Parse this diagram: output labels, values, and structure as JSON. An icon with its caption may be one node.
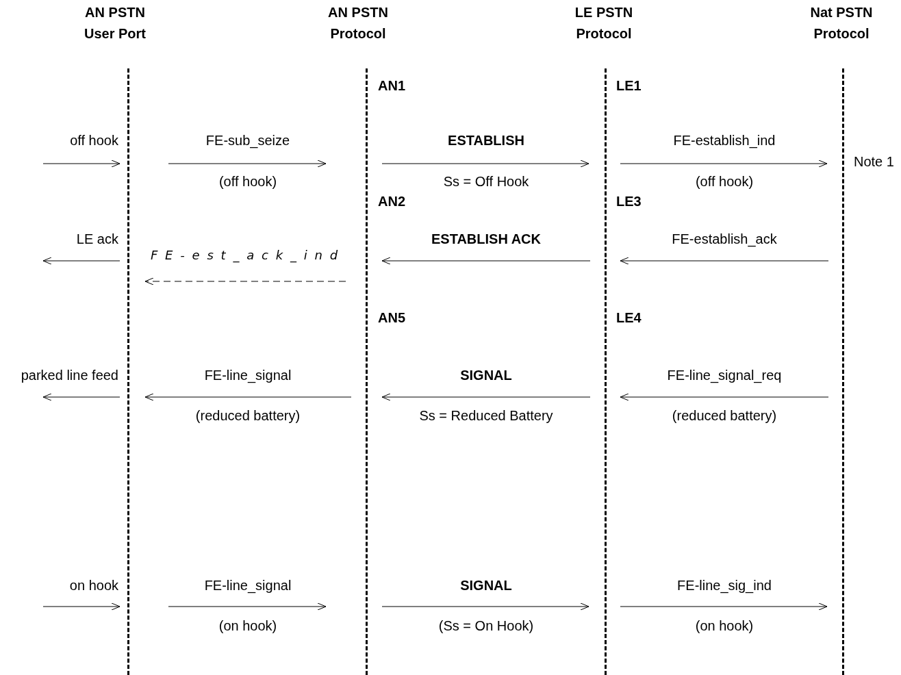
{
  "diagram": {
    "nodes": [
      {
        "text": [
          "AN PSTN User Port"
        ]
      },
      {
        "text": [
          "AN PSTN Protocol"
        ]
      },
      {
        "text": [
          "LE PSTN Protocol"
        ]
      },
      {
        "text": [
          "Nat PSTN Protocol"
        ]
      }
    ],
    "edges": [
      {
        "from": null,
        "to": 0,
        "arrow": "to",
        "label": "off hook"
      },
      {
        "from": 0,
        "to": 1,
        "arrow": "to",
        "label": "FE-sub_seize"
      },
      {
        "from": 1,
        "to": 2,
        "arrow": "to",
        "label": "ESTABLISH"
      },
      {
        "from": 2,
        "to": 3,
        "arrow": "to",
        "label": "FE-establish_ind"
      },
      {
        "from": 0,
        "to": null,
        "arrow": "to",
        "label": "LE ack"
      },
      {
        "from": 1,
        "to": 0,
        "arrow": "to",
        "label": "FE-est_ack_ind",
        "style": "dashed"
      },
      {
        "from": 2,
        "to": 1,
        "arrow": "to",
        "label": "ESTABLISH ACK"
      },
      {
        "from": 3,
        "to": 2,
        "arrow": "to",
        "label": "FE-establish_ack"
      },
      {
        "from": 0,
        "to": null,
        "arrow": "to",
        "label": "parked line feed"
      },
      {
        "from": 1,
        "to": 0,
        "arrow": "to",
        "label": "FE-line_signal"
      },
      {
        "from": 2,
        "to": 1,
        "arrow": "to",
        "label": "SIGNAL"
      },
      {
        "from": 3,
        "to": 2,
        "arrow": "to",
        "label": "FE-line_signal_req"
      },
      {
        "from": null,
        "to": 0,
        "arrow": "to",
        "label": "on hook"
      },
      {
        "from": 0,
        "to": 1,
        "arrow": "to",
        "label": "FE-line_signal"
      },
      {
        "from": 1,
        "to": 2,
        "arrow": "to",
        "label": "SIGNAL"
      },
      {
        "from": 2,
        "to": 3,
        "arrow": "to",
        "label": "FE-line_sig_ind"
      }
    ],
    "labels": [
      "AN1",
      "LE1",
      "(off hook)",
      "Ss = Off Hook",
      "(off hook)",
      "Note 1",
      "AN2",
      "LE3",
      "AN5",
      "LE4",
      "(reduced battery)",
      "Ss = Reduced Battery",
      "(reduced battery)",
      "(on hook)",
      "(Ss = On Hook)",
      "(on hook)"
    ]
  }
}
